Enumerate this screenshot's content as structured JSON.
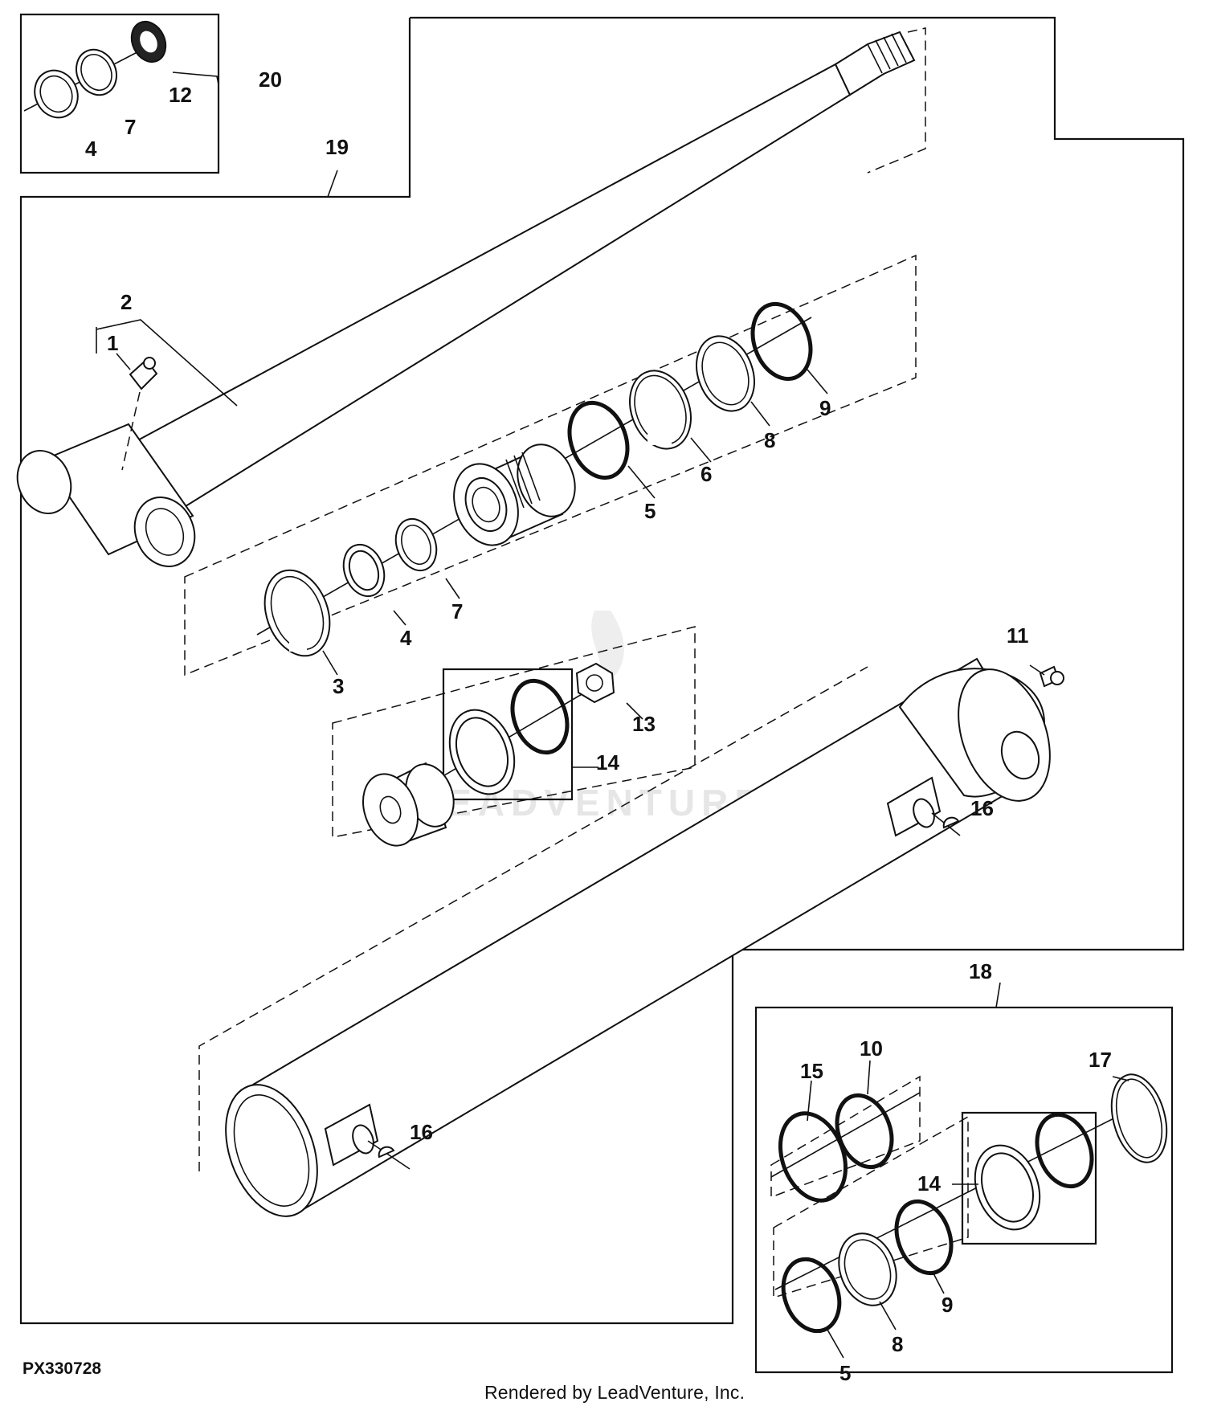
{
  "diagram": {
    "figure_id": "PX330728",
    "credit": "Rendered by LeadVenture, Inc.",
    "watermark": "LEADVENTURE",
    "callouts": {
      "c1": "1",
      "c2": "2",
      "c3": "3",
      "c4a": "4",
      "c4b": "4",
      "c5a": "5",
      "c5b": "5",
      "c6": "6",
      "c7a": "7",
      "c7b": "7",
      "c8a": "8",
      "c8b": "8",
      "c9a": "9",
      "c9b": "9",
      "c10": "10",
      "c11": "11",
      "c12": "12",
      "c13": "13",
      "c14a": "14",
      "c14b": "14",
      "c15": "15",
      "c16a": "16",
      "c16b": "16",
      "c17": "17",
      "c18": "18",
      "c19": "19",
      "c20": "20"
    }
  }
}
